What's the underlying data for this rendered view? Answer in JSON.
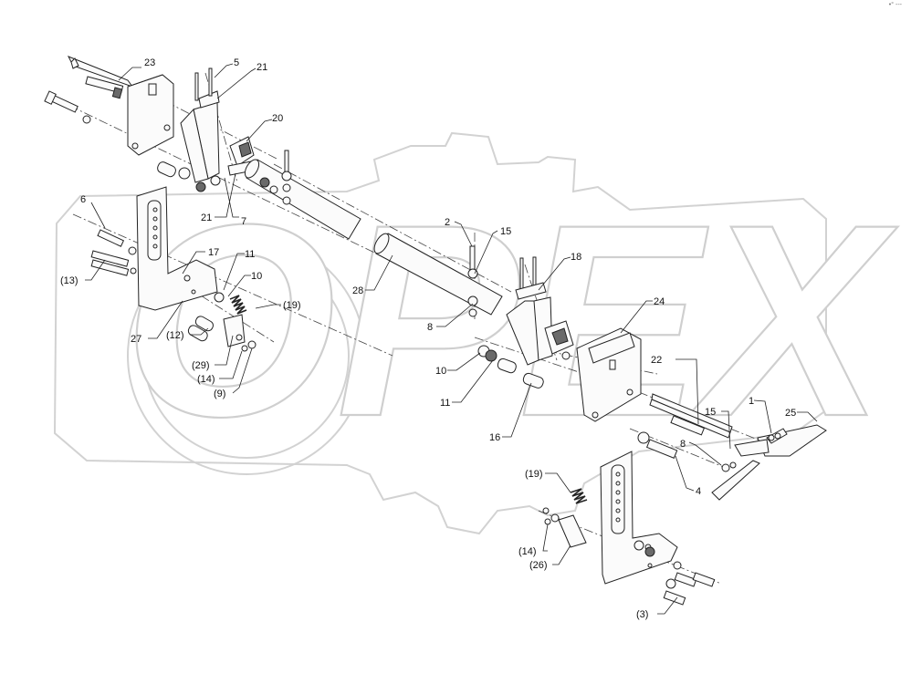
{
  "watermark": {
    "text": "OPEX"
  },
  "corner_mark": "•° ---",
  "callouts": [
    {
      "id": "c23",
      "label": "23"
    },
    {
      "id": "c5",
      "label": "5"
    },
    {
      "id": "c21a",
      "label": "21"
    },
    {
      "id": "c20",
      "label": "20"
    },
    {
      "id": "c21b",
      "label": "21"
    },
    {
      "id": "c7",
      "label": "7"
    },
    {
      "id": "c6",
      "label": "6"
    },
    {
      "id": "c13",
      "label": "(13)"
    },
    {
      "id": "c17",
      "label": "17"
    },
    {
      "id": "c11a",
      "label": "11"
    },
    {
      "id": "c10a",
      "label": "10"
    },
    {
      "id": "c19a",
      "label": "(19)"
    },
    {
      "id": "c12",
      "label": "(12)"
    },
    {
      "id": "c27",
      "label": "27"
    },
    {
      "id": "c29",
      "label": "(29)"
    },
    {
      "id": "c14a",
      "label": "(14)"
    },
    {
      "id": "c9",
      "label": "(9)"
    },
    {
      "id": "c28",
      "label": "28"
    },
    {
      "id": "c2",
      "label": "2"
    },
    {
      "id": "c15a",
      "label": "15"
    },
    {
      "id": "c18",
      "label": "18"
    },
    {
      "id": "c8a",
      "label": "8"
    },
    {
      "id": "c10b",
      "label": "10"
    },
    {
      "id": "c11b",
      "label": "11"
    },
    {
      "id": "c16",
      "label": "16"
    },
    {
      "id": "c24",
      "label": "24"
    },
    {
      "id": "c22",
      "label": "22"
    },
    {
      "id": "c15b",
      "label": "15"
    },
    {
      "id": "c1",
      "label": "1"
    },
    {
      "id": "c25",
      "label": "25"
    },
    {
      "id": "c8b",
      "label": "8"
    },
    {
      "id": "c4",
      "label": "4"
    },
    {
      "id": "c19b",
      "label": "(19)"
    },
    {
      "id": "c14b",
      "label": "(14)"
    },
    {
      "id": "c26",
      "label": "(26)"
    },
    {
      "id": "c3",
      "label": "(3)"
    }
  ]
}
